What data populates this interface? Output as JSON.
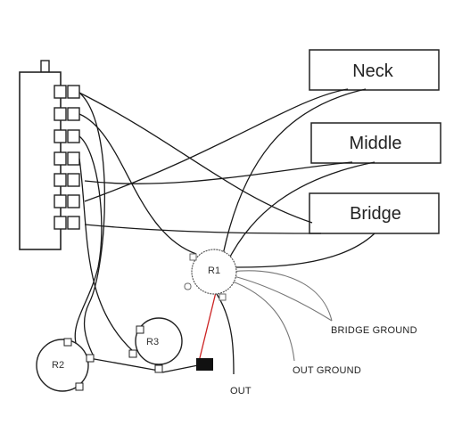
{
  "pickups": {
    "neck": "Neck",
    "middle": "Middle",
    "bridge": "Bridge"
  },
  "pots": {
    "r1": "R1",
    "r2": "R2",
    "r3": "R3"
  },
  "labels": {
    "bridge_ground": "BRIDGE GROUND",
    "out_ground": "OUT GROUND",
    "out": "OUT"
  },
  "colors": {
    "wire": "#1a1a1a",
    "ground_wire": "#777777",
    "signal_wire": "#cc2222"
  }
}
